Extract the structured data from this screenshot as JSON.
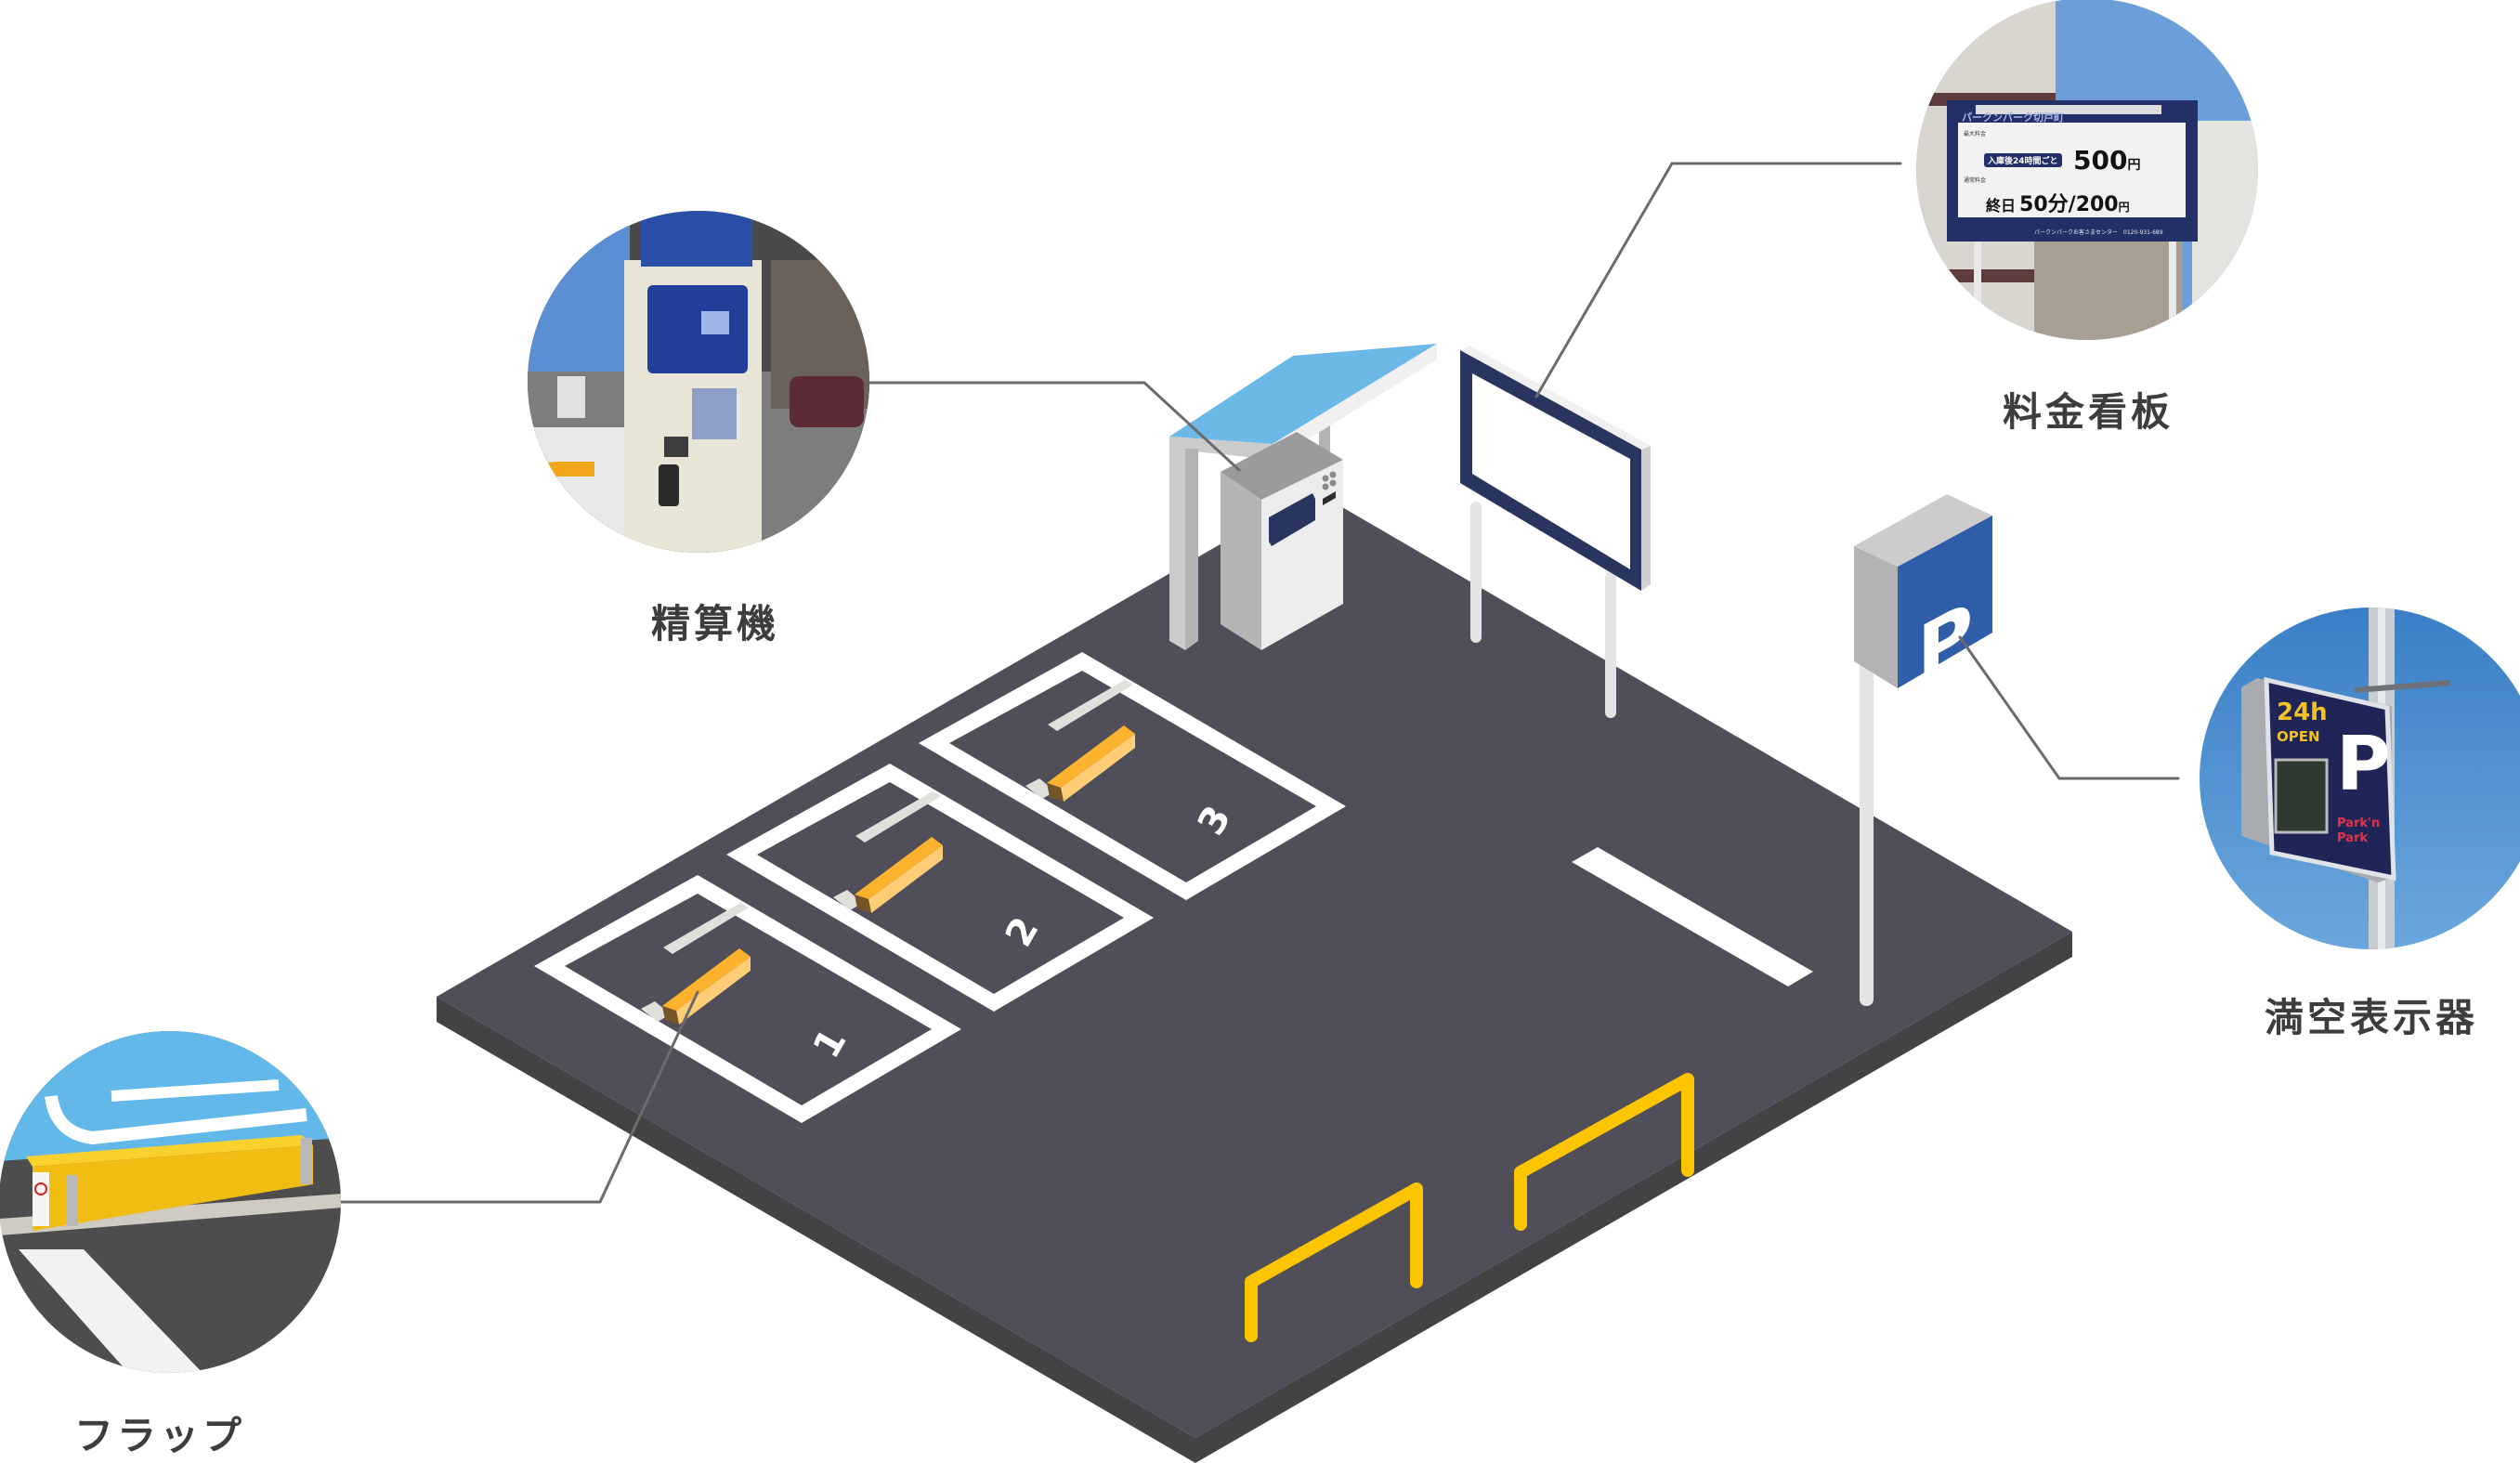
{
  "title": "コインパーキング 設備図",
  "colors": {
    "asphalt": "#4f4e59",
    "asphalt_side": "#434245",
    "line_white": "#ffffff",
    "flap_top": "#fdb22d",
    "flap_front": "#fecd75",
    "flap_end": "#735528",
    "barrier_yellow": "#fdc400",
    "leader_line": "#6b6b6b",
    "label_text": "#3d3d3d",
    "sign_navy": "#2a355f",
    "p_sign_blue": "#2f5da8",
    "canopy_blue": "#6cb8e6"
  },
  "components": [
    {
      "id": "payment-machine",
      "label": "精算機"
    },
    {
      "id": "fee-sign",
      "label": "料金看板"
    },
    {
      "id": "availability-display",
      "label": "満空表示器"
    },
    {
      "id": "flap",
      "label": "フラップ"
    }
  ],
  "parking_slots": [
    {
      "number": "1"
    },
    {
      "number": "2"
    },
    {
      "number": "3"
    }
  ],
  "p_sign": {
    "letter": "P"
  },
  "fee_sign_photo": {
    "header": "パークンパーク切戸町",
    "max_fee_caption": "最大料金",
    "max_fee_condition": "入庫後24時間ごと",
    "max_fee_amount": "500",
    "yen": "円",
    "normal_fee_caption": "通常料金",
    "normal_fee_period": "終日",
    "normal_fee_interval": "50分",
    "normal_fee_amount": "200",
    "footer_center": "パークンパークお客さまセンター",
    "footer_phone": "0120-931-689"
  },
  "display_photo": {
    "hours": "24h",
    "open": "OPEN",
    "letter": "P",
    "brand_line1": "Park'n",
    "brand_line2": "Park"
  }
}
